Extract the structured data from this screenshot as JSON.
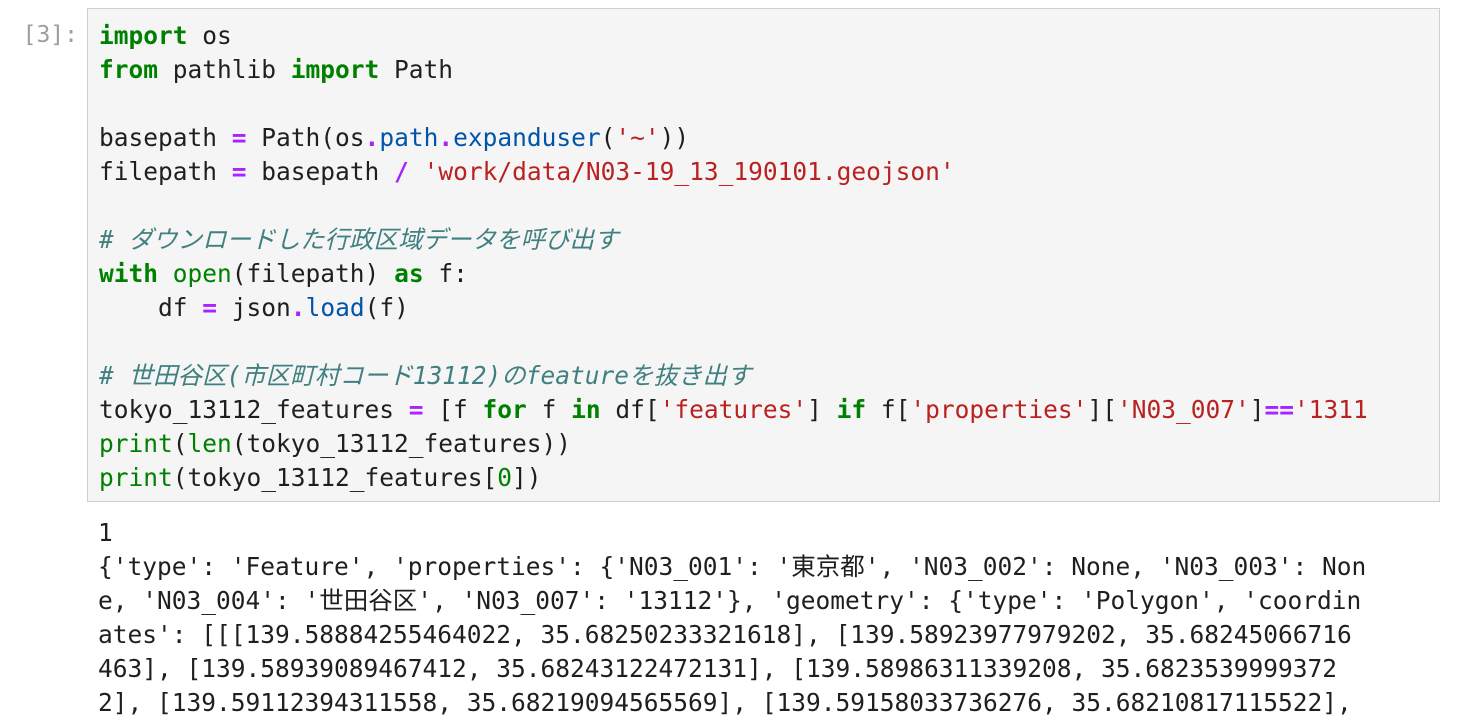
{
  "cell": {
    "prompt": "[3]:",
    "lines": [
      [
        {
          "t": "import",
          "c": "kw"
        },
        {
          "t": " os",
          "c": ""
        }
      ],
      [
        {
          "t": "from",
          "c": "kw"
        },
        {
          "t": " pathlib ",
          "c": ""
        },
        {
          "t": "import",
          "c": "kw"
        },
        {
          "t": " Path",
          "c": ""
        }
      ],
      [],
      [
        {
          "t": "basepath ",
          "c": ""
        },
        {
          "t": "=",
          "c": "op"
        },
        {
          "t": " Path(os",
          "c": ""
        },
        {
          "t": ".",
          "c": "op"
        },
        {
          "t": "path",
          "c": "at"
        },
        {
          "t": ".",
          "c": "op"
        },
        {
          "t": "expanduser",
          "c": "at"
        },
        {
          "t": "(",
          "c": ""
        },
        {
          "t": "'~'",
          "c": "str"
        },
        {
          "t": "))",
          "c": ""
        }
      ],
      [
        {
          "t": "filepath ",
          "c": ""
        },
        {
          "t": "=",
          "c": "op"
        },
        {
          "t": " basepath ",
          "c": ""
        },
        {
          "t": "/",
          "c": "op"
        },
        {
          "t": " ",
          "c": ""
        },
        {
          "t": "'work/data/N03-19_13_190101.geojson'",
          "c": "str"
        }
      ],
      [],
      [
        {
          "t": "# ダウンロードした行政区域データを呼び出す",
          "c": "com"
        }
      ],
      [
        {
          "t": "with",
          "c": "kw"
        },
        {
          "t": " ",
          "c": ""
        },
        {
          "t": "open",
          "c": "fn"
        },
        {
          "t": "(filepath) ",
          "c": ""
        },
        {
          "t": "as",
          "c": "kw"
        },
        {
          "t": " f:",
          "c": ""
        }
      ],
      [
        {
          "t": "    df ",
          "c": ""
        },
        {
          "t": "=",
          "c": "op"
        },
        {
          "t": " json",
          "c": ""
        },
        {
          "t": ".",
          "c": "op"
        },
        {
          "t": "load",
          "c": "at"
        },
        {
          "t": "(f)",
          "c": ""
        }
      ],
      [],
      [
        {
          "t": "# 世田谷区(市区町村コード13112)のfeatureを抜き出す",
          "c": "com"
        }
      ],
      [
        {
          "t": "tokyo_13112_features ",
          "c": ""
        },
        {
          "t": "=",
          "c": "op"
        },
        {
          "t": " [f ",
          "c": ""
        },
        {
          "t": "for",
          "c": "kw"
        },
        {
          "t": " f ",
          "c": ""
        },
        {
          "t": "in",
          "c": "kw"
        },
        {
          "t": " df[",
          "c": ""
        },
        {
          "t": "'features'",
          "c": "str"
        },
        {
          "t": "] ",
          "c": ""
        },
        {
          "t": "if",
          "c": "kw"
        },
        {
          "t": " f[",
          "c": ""
        },
        {
          "t": "'properties'",
          "c": "str"
        },
        {
          "t": "][",
          "c": ""
        },
        {
          "t": "'N03_007'",
          "c": "str"
        },
        {
          "t": "]",
          "c": ""
        },
        {
          "t": "==",
          "c": "op"
        },
        {
          "t": "'1311",
          "c": "str"
        }
      ],
      [
        {
          "t": "print",
          "c": "fn"
        },
        {
          "t": "(",
          "c": ""
        },
        {
          "t": "len",
          "c": "fn"
        },
        {
          "t": "(tokyo_13112_features))",
          "c": ""
        }
      ],
      [
        {
          "t": "print",
          "c": "fn"
        },
        {
          "t": "(tokyo_13112_features[",
          "c": ""
        },
        {
          "t": "0",
          "c": "num"
        },
        {
          "t": "])",
          "c": ""
        }
      ]
    ]
  },
  "output": {
    "lines": [
      "1",
      "{'type': 'Feature', 'properties': {'N03_001': '東京都', 'N03_002': None, 'N03_003': Non",
      "e, 'N03_004': '世田谷区', 'N03_007': '13112'}, 'geometry': {'type': 'Polygon', 'coordin",
      "ates': [[[139.58884255464022, 35.68250233321618], [139.58923977979202, 35.68245066716",
      "463], [139.58939089467412, 35.68243122472131], [139.58986311339208, 35.6823539999372",
      "2], [139.59112394311558, 35.68219094565569], [139.59158033736276, 35.68210817115522],"
    ]
  }
}
